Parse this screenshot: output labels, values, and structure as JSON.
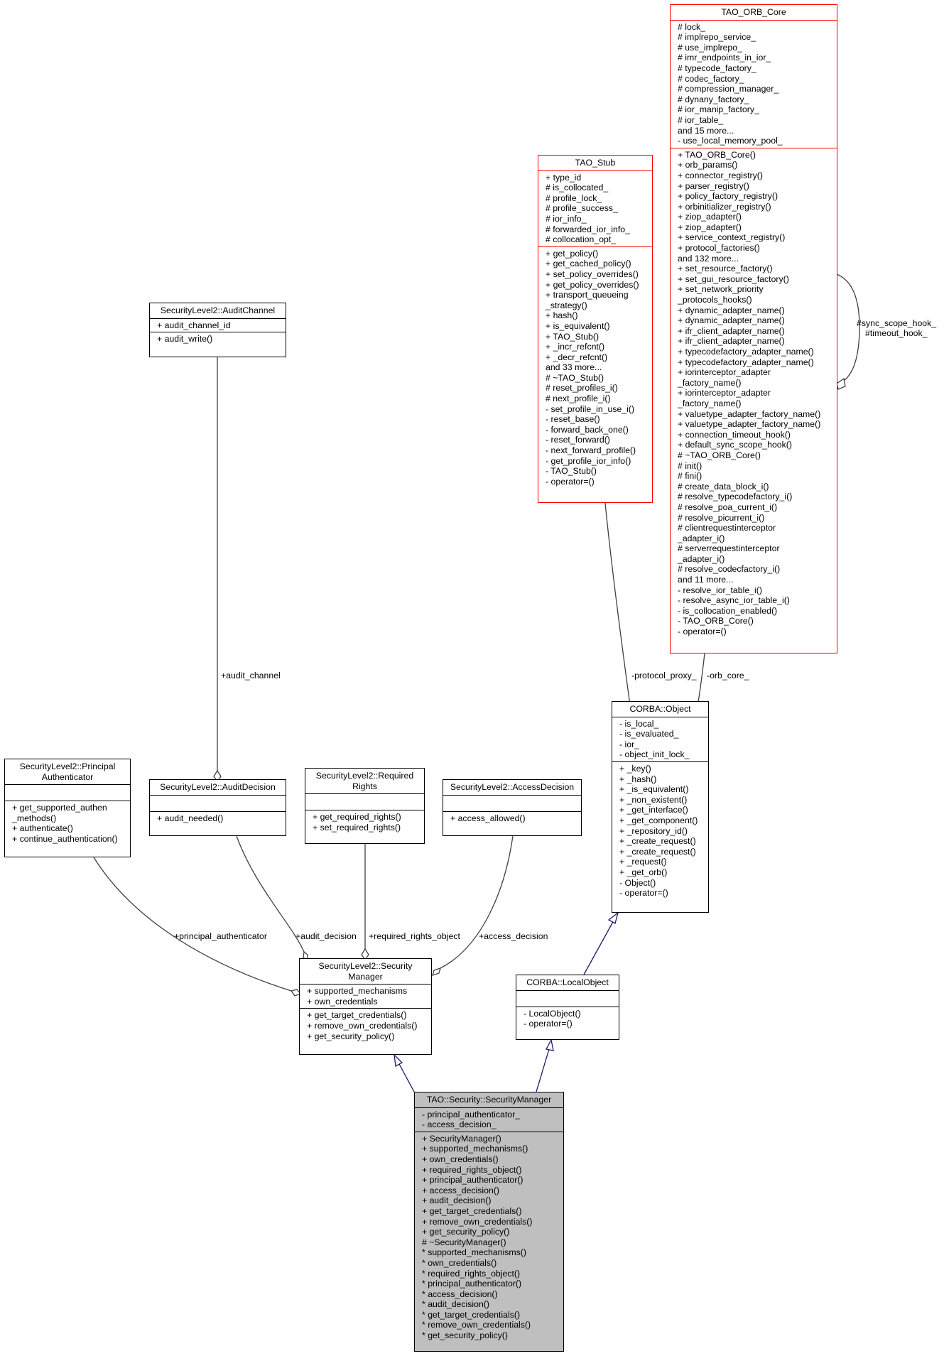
{
  "classes": {
    "tao_orb_core": {
      "title": [
        "TAO_ORB_Core"
      ],
      "attributes": [
        "# lock_",
        "# implrepo_service_",
        "# use_implrepo_",
        "# imr_endpoints_in_ior_",
        "# typecode_factory_",
        "# codec_factory_",
        "# compression_manager_",
        "# dynany_factory_",
        "# ior_manip_factory_",
        "# ior_table_",
        "and 15 more...",
        "- use_local_memory_pool_"
      ],
      "methods": [
        "+ TAO_ORB_Core()",
        "+ orb_params()",
        "+ connector_registry()",
        "+ parser_registry()",
        "+ policy_factory_registry()",
        "+ orbinitializer_registry()",
        "+ ziop_adapter()",
        "+ ziop_adapter()",
        "+ service_context_registry()",
        "+ protocol_factories()",
        "and 132 more...",
        "+ set_resource_factory()",
        "+ set_gui_resource_factory()",
        "+ set_network_priority",
        "_protocols_hooks()",
        "+ dynamic_adapter_name()",
        "+ dynamic_adapter_name()",
        "+ ifr_client_adapter_name()",
        "+ ifr_client_adapter_name()",
        "+ typecodefactory_adapter_name()",
        "+ typecodefactory_adapter_name()",
        "+ iorinterceptor_adapter",
        "_factory_name()",
        "+ iorinterceptor_adapter",
        "_factory_name()",
        "+ valuetype_adapter_factory_name()",
        "+ valuetype_adapter_factory_name()",
        "+ connection_timeout_hook()",
        "+ default_sync_scope_hook()",
        "# ~TAO_ORB_Core()",
        "# init()",
        "# fini()",
        "# create_data_block_i()",
        "# resolve_typecodefactory_i()",
        "# resolve_poa_current_i()",
        "# resolve_picurrent_i()",
        "# clientrequestinterceptor",
        "_adapter_i()",
        "# serverrequestinterceptor",
        "_adapter_i()",
        "# resolve_codecfactory_i()",
        "and 11 more...",
        "- resolve_ior_table_i()",
        "- resolve_async_ior_table_i()",
        "- is_collocation_enabled()",
        "- TAO_ORB_Core()",
        "- operator=()"
      ]
    },
    "tao_stub": {
      "title": [
        "TAO_Stub"
      ],
      "attributes": [
        "+ type_id",
        "# is_collocated_",
        "# profile_lock_",
        "# profile_success_",
        "# ior_info_",
        "# forwarded_ior_info_",
        "# collocation_opt_"
      ],
      "methods": [
        "+ get_policy()",
        "+ get_cached_policy()",
        "+ set_policy_overrides()",
        "+ get_policy_overrides()",
        "+ transport_queueing",
        "_strategy()",
        "+ hash()",
        "+ is_equivalent()",
        "+ TAO_Stub()",
        "+ _incr_refcnt()",
        "+ _decr_refcnt()",
        "and 33 more...",
        "# ~TAO_Stub()",
        "# reset_profiles_i()",
        "# next_profile_i()",
        "- set_profile_in_use_i()",
        "- reset_base()",
        "- forward_back_one()",
        "- reset_forward()",
        "- next_forward_profile()",
        "- get_profile_ior_info()",
        "- TAO_Stub()",
        "- operator=()"
      ]
    },
    "audit_channel": {
      "title": [
        "SecurityLevel2::AuditChannel"
      ],
      "attributes": [
        "+ audit_channel_id"
      ],
      "methods": [
        "+ audit_write()"
      ]
    },
    "corba_object": {
      "title": [
        "CORBA::Object"
      ],
      "attributes": [
        "- is_local_",
        "- is_evaluated_",
        "- ior_",
        "- object_init_lock_"
      ],
      "methods": [
        "+ _key()",
        "+ _hash()",
        "+ _is_equivalent()",
        "+ _non_existent()",
        "+ _get_interface()",
        "+ _get_component()",
        "+ _repository_id()",
        "+ _create_request()",
        "+ _create_request()",
        "+ _request()",
        "+ _get_orb()",
        "- Object()",
        "- operator=()"
      ]
    },
    "principal_authenticator": {
      "title": [
        "SecurityLevel2::Principal",
        "Authenticator"
      ],
      "attributes": [],
      "methods": [
        "+ get_supported_authen",
        "_methods()",
        "+ authenticate()",
        "+ continue_authentication()"
      ]
    },
    "audit_decision": {
      "title": [
        "SecurityLevel2::AuditDecision"
      ],
      "attributes": [],
      "methods": [
        "+ audit_needed()"
      ]
    },
    "required_rights": {
      "title": [
        "SecurityLevel2::Required",
        "Rights"
      ],
      "attributes": [],
      "methods": [
        "+ get_required_rights()",
        "+ set_required_rights()"
      ]
    },
    "access_decision": {
      "title": [
        "SecurityLevel2::AccessDecision"
      ],
      "attributes": [],
      "methods": [
        "+ access_allowed()"
      ]
    },
    "sl2_security_manager": {
      "title": [
        "SecurityLevel2::Security",
        "Manager"
      ],
      "attributes": [
        "+ supported_mechanisms",
        "+ own_credentials"
      ],
      "methods": [
        "+ get_target_credentials()",
        "+ remove_own_credentials()",
        "+ get_security_policy()"
      ]
    },
    "corba_local_object": {
      "title": [
        "CORBA::LocalObject"
      ],
      "attributes": [],
      "methods": [
        "- LocalObject()",
        "- operator=()"
      ]
    },
    "tao_security_manager": {
      "title": [
        "TAO::Security::SecurityManager"
      ],
      "attributes": [
        "- principal_authenticator_",
        "- access_decision_"
      ],
      "methods": [
        "+ SecurityManager()",
        "+ supported_mechanisms()",
        "+ own_credentials()",
        "+ required_rights_object()",
        "+ principal_authenticator()",
        "+ access_decision()",
        "+ audit_decision()",
        "+ get_target_credentials()",
        "+ remove_own_credentials()",
        "+ get_security_policy()",
        "# ~SecurityManager()",
        "* supported_mechanisms()",
        "* own_credentials()",
        "* required_rights_object()",
        "* principal_authenticator()",
        "* access_decision()",
        "* audit_decision()",
        "* get_target_credentials()",
        "* remove_own_credentials()",
        "* get_security_policy()"
      ]
    }
  },
  "edge_labels": {
    "audit_channel": "+audit_channel",
    "protocol_proxy": "-protocol_proxy_",
    "orb_core": "-orb_core_",
    "self_hook_1": "#sync_scope_hook_",
    "self_hook_2": "#timeout_hook_",
    "principal_authenticator": "+principal_authenticator",
    "audit_decision": "+audit_decision",
    "required_rights_object": "+required_rights_object",
    "access_decision": "+access_decision"
  },
  "colors": {
    "highlight_fill": "#bfbfbf",
    "external_border": "#ff0000",
    "inheritance_edge": "#191970",
    "association_edge": "#404040"
  }
}
